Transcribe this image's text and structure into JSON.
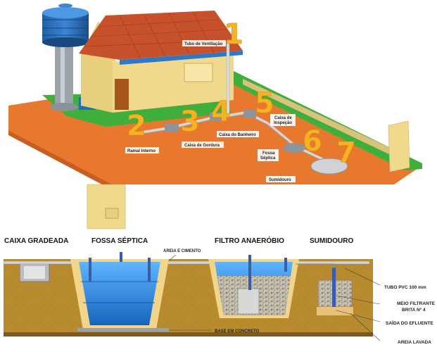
{
  "top": {
    "labels": {
      "tubo_ventilacao": "Tubo de Ventilação",
      "ramal_interno": "Ramal Interno",
      "caixa_gordura": "Caixa de Gordura",
      "caixa_banheiro": "Caixa do Banheiro",
      "caixa_inspecao_1": "Caixa de",
      "caixa_inspecao_2": "Inspeção",
      "fossa_septica_1": "Fossa",
      "fossa_septica_2": "Séptica",
      "sumidouro": "Sumidouro"
    },
    "numbers": [
      "1",
      "2",
      "3",
      "4",
      "5",
      "6",
      "7"
    ]
  },
  "bottom": {
    "headings": {
      "caixa_gradeada": "CAIXA GRADEADA",
      "fossa_septica": "FOSSA SÉPTICA",
      "filtro_anaerobio": "FILTRO ANAERÓBIO",
      "sumidouro": "SUMIDOURO"
    },
    "labels": {
      "areia_cimento": "AREIA E CIMENTO",
      "base_concreto": "BASE EM CONCRETO",
      "tubo_pvc": "TUBO PVC 100 mm",
      "meio_filtrante_1": "MEIO FILTRANTE",
      "meio_filtrante_2": "BRITA Nº 4",
      "saida_efluente": "SAÍDA DO EFLUENTE",
      "areia_lavada": "AREIA LAVADA"
    }
  },
  "colors": {
    "ground": "#e9782f",
    "grass": "#3fae3a",
    "wall": "#f0d98c",
    "roof": "#c6512a",
    "water": "#2a7fd0",
    "soil": "#b8892b",
    "number": "#f5b324"
  }
}
